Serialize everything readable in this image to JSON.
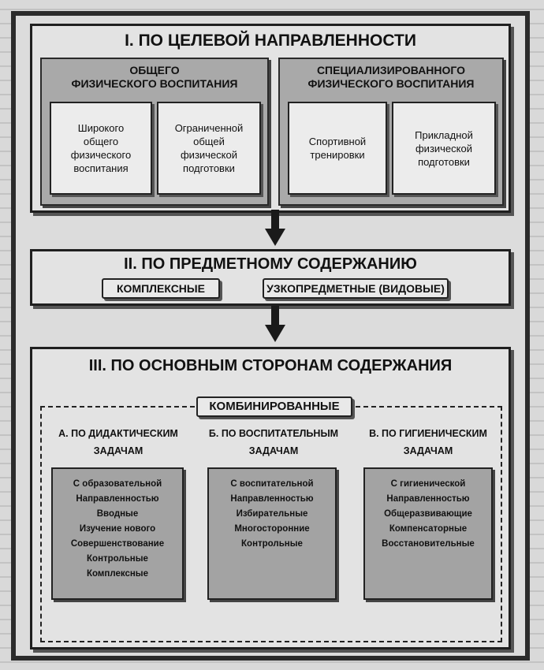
{
  "section1": {
    "title": "I. ПО ЦЕЛЕВОЙ НАПРАВЛЕННОСТИ",
    "left": {
      "title": "ОБЩЕГО\nФИЗИЧЕСКОГО ВОСПИТАНИЯ",
      "items": [
        "Широкого\nобщего\nфизического\nвоспитания",
        "Ограниченной\nобщей\nфизической\nподготовки"
      ]
    },
    "right": {
      "title": "СПЕЦИАЛИЗИРОВАННОГО\nФИЗИЧЕСКОГО ВОСПИТАНИЯ",
      "items": [
        "Спортивной\nтренировки",
        "Прикладной\nфизической\nподготовки"
      ]
    }
  },
  "section2": {
    "title": "II. ПО ПРЕДМЕТНОМУ СОДЕРЖАНИЮ",
    "items": [
      "КОМПЛЕКСНЫЕ",
      "УЗКОПРЕДМЕТНЫЕ (ВИДОВЫЕ)"
    ]
  },
  "section3": {
    "title": "III. ПО ОСНОВНЫМ СТОРОНАМ СОДЕРЖАНИЯ",
    "combined": "КОМБИНИРОВАННЫЕ",
    "groups": [
      {
        "title": "А. ПО ДИДАКТИЧЕСКИМ\nЗАДАЧАМ",
        "items": [
          "С образовательной",
          "Направленностью",
          "Вводные",
          "Изучение нового",
          "Совершенствование",
          "Контрольные",
          "Комплексные"
        ]
      },
      {
        "title": "Б. ПО ВОСПИТАТЕЛЬНЫМ\nЗАДАЧАМ",
        "items": [
          "С воспитательной",
          "Направленностью",
          "Избирательные",
          "Многосторонние",
          "Контрольные"
        ]
      },
      {
        "title": "В. ПО ГИГИЕНИЧЕСКИМ\nЗАДАЧАМ",
        "items": [
          "С гигиенической",
          "Направленностью",
          "Общеразвивающие",
          "Компенсаторные",
          "Восстановительные"
        ]
      }
    ]
  },
  "colors": {
    "frame": "#2b2b2b",
    "panel": "#a9a9a9",
    "box": "#ececec"
  }
}
